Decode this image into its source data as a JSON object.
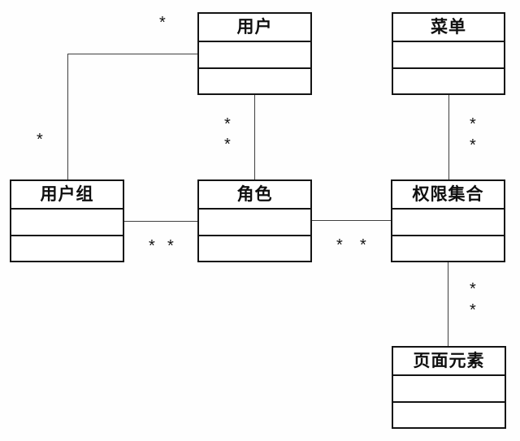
{
  "diagram": {
    "type": "uml-class-diagram",
    "background_color": "#ffffff",
    "box_border_color": "#141414",
    "edge_color": "#3f3f3f",
    "classes": [
      {
        "id": "user",
        "name": "用户",
        "attributes": "",
        "operations": ""
      },
      {
        "id": "menu",
        "name": "菜单",
        "attributes": "",
        "operations": ""
      },
      {
        "id": "user-group",
        "name": "用户组",
        "attributes": "",
        "operations": ""
      },
      {
        "id": "role",
        "name": "角色",
        "attributes": "",
        "operations": ""
      },
      {
        "id": "permission-set",
        "name": "权限集合",
        "attributes": "",
        "operations": ""
      },
      {
        "id": "page-element",
        "name": "页面元素",
        "attributes": "",
        "operations": ""
      }
    ],
    "associations": [
      {
        "from": "用户",
        "to": "用户组",
        "from_multiplicity": "*",
        "to_multiplicity": "*"
      },
      {
        "from": "用户",
        "to": "角色",
        "from_multiplicity": "*",
        "to_multiplicity": "*"
      },
      {
        "from": "菜单",
        "to": "权限集合",
        "from_multiplicity": "*",
        "to_multiplicity": "*"
      },
      {
        "from": "用户组",
        "to": "角色",
        "from_multiplicity": "*",
        "to_multiplicity": "*"
      },
      {
        "from": "角色",
        "to": "权限集合",
        "from_multiplicity": "*",
        "to_multiplicity": "*"
      },
      {
        "from": "权限集合",
        "to": "页面元素",
        "from_multiplicity": "*",
        "to_multiplicity": "*"
      }
    ]
  }
}
